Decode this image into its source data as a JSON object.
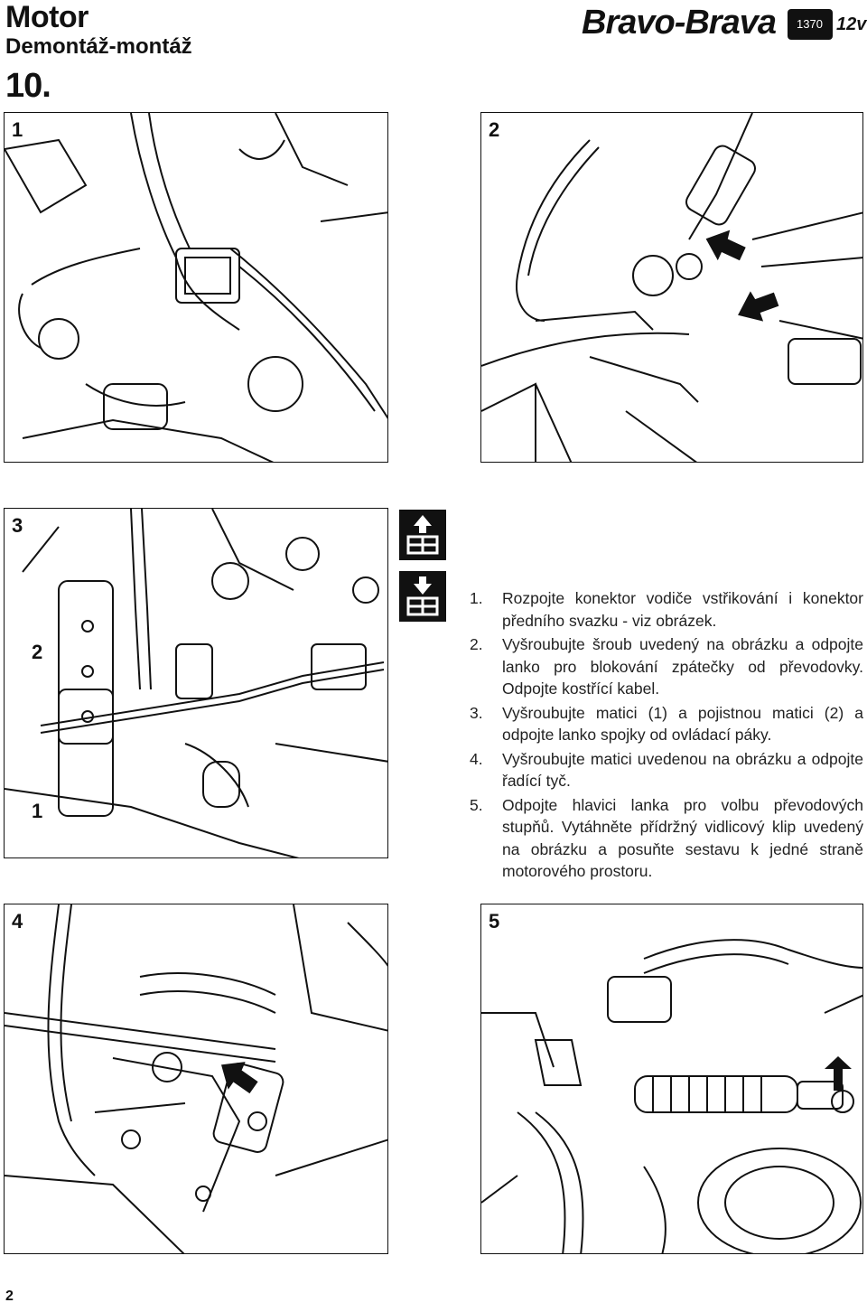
{
  "header": {
    "title": "Motor",
    "subtitle": "Demontáž-montáž",
    "section": "10.",
    "model": "Bravo-Brava",
    "engine_code": "1370",
    "valves": "12v"
  },
  "figures": [
    {
      "number": "1"
    },
    {
      "number": "2"
    },
    {
      "number": "3",
      "callouts": [
        "2",
        "1"
      ]
    },
    {
      "number": "4"
    },
    {
      "number": "5"
    }
  ],
  "icons": [
    "removal-icon",
    "installation-icon"
  ],
  "instructions": [
    {
      "num": "1.",
      "text": "Rozpojte konektor vodiče vstřikování i konektor předního svazku - viz obrázek."
    },
    {
      "num": "2.",
      "text": "Vyšroubujte šroub uvedený na obrázku a odpojte lanko pro blokování zpátečky od převodovky. Odpojte kostřící kabel."
    },
    {
      "num": "3.",
      "text": "Vyšroubujte matici (1) a pojistnou matici (2) a odpojte lanko spojky od ovládací páky."
    },
    {
      "num": "4.",
      "text": "Vyšroubujte matici uvedenou na obrázku a odpojte řadící tyč."
    },
    {
      "num": "5.",
      "text": "Odpojte hlavici lanka pro volbu převodových stupňů. Vytáhněte přídržný vidlicový klip uvedený na obrázku a posuňte sestavu k jedné straně motorového prostoru."
    }
  ],
  "footer": {
    "page": "2"
  }
}
